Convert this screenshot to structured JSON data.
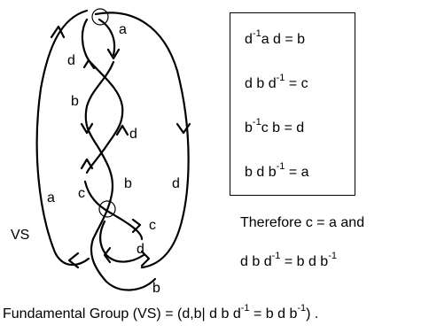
{
  "diagram": {
    "arc_labels": {
      "a_top": "a",
      "d_left_upper": "d",
      "b_left_middle": "b",
      "d_center": "d",
      "b_center_lower": "b",
      "c_center": "c",
      "a_outer_left": "a",
      "d_outer_right": "d",
      "c_lower_right": "c",
      "d_lower_center": "d",
      "b_bottom": "b"
    },
    "side_label": "VS"
  },
  "relations": {
    "r1": {
      "base": "d",
      "exp1": "-1",
      "rest": "a d = b"
    },
    "r2": {
      "base": "d b d",
      "exp1": "-1",
      "rest": " = c"
    },
    "r3": {
      "base": "b",
      "exp1": "-1",
      "rest": "c b  = d"
    },
    "r4": {
      "base": "b d b",
      "exp1": "-1",
      "rest": " = a"
    }
  },
  "conclusion": {
    "line1": "Therefore c = a and",
    "line2_a": "d b d",
    "line2_exp1": "-1",
    "line2_b": " = b d b",
    "line2_exp2": "-1"
  },
  "footer": {
    "part1": "Fundamental Group (VS) = (d,b| d b d",
    "exp1": "-1",
    "part2": " = b d b",
    "exp2": "-1",
    "part3": ") ."
  }
}
